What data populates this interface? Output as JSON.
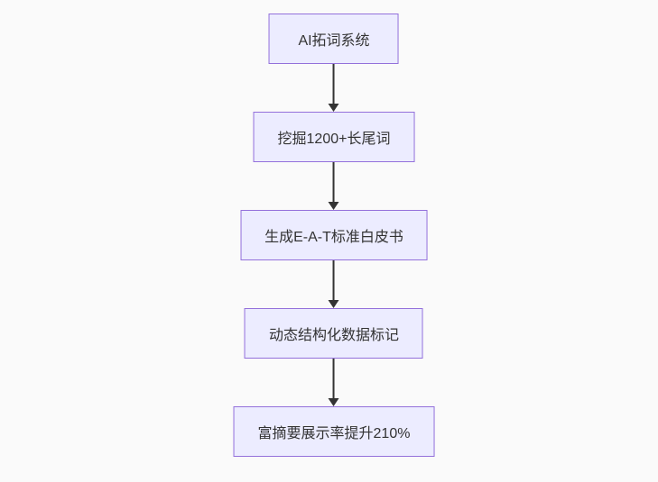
{
  "flowchart": {
    "type": "vertical-flowchart",
    "nodes": [
      {
        "label": "AI拓词系统"
      },
      {
        "label": "挖掘1200+长尾词"
      },
      {
        "label": "生成E-A-T标准白皮书"
      },
      {
        "label": "动态结构化数据标记"
      },
      {
        "label": "富摘要展示率提升210%"
      }
    ],
    "edges": [
      {
        "from": 0,
        "to": 1
      },
      {
        "from": 1,
        "to": 2
      },
      {
        "from": 2,
        "to": 3
      },
      {
        "from": 3,
        "to": 4
      }
    ],
    "colors": {
      "background": "#fafafa",
      "node_fill": "#ECECFF",
      "node_border": "#9370DB",
      "text": "#333333",
      "arrow": "#333333"
    }
  }
}
